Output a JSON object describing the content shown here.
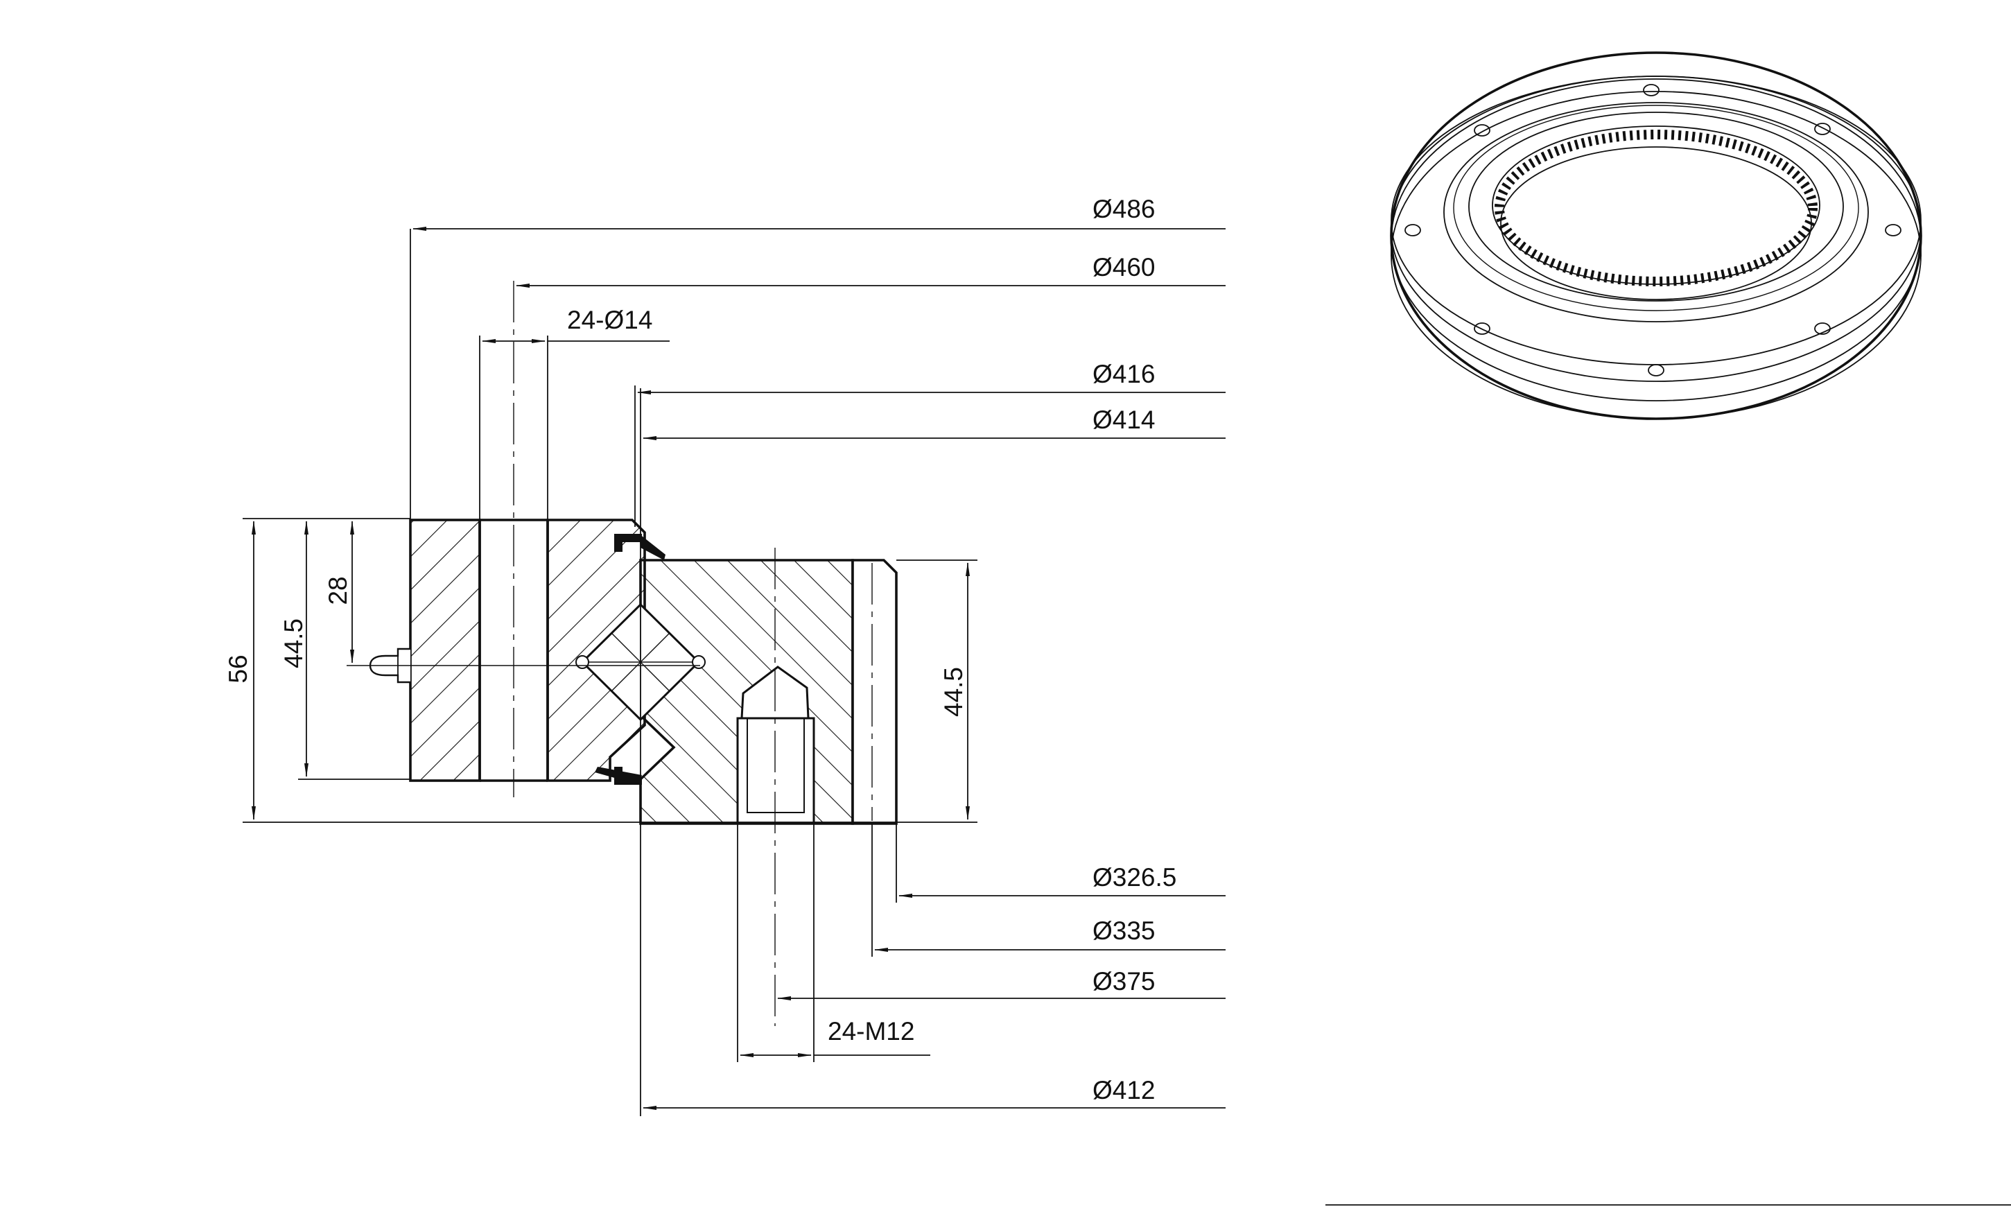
{
  "drawing": {
    "diameters": {
      "d486": "Ø486",
      "d460": "Ø460",
      "d416": "Ø416",
      "d414": "Ø414",
      "d326_5": "Ø326.5",
      "d335": "Ø335",
      "d375": "Ø375",
      "d412": "Ø412"
    },
    "holes": {
      "mount_holes": "24-Ø14",
      "thread_holes": "24-M12"
    },
    "heights": {
      "total": "56",
      "outer_ring": "44.5",
      "lube_level": "28",
      "inner_ring": "44.5"
    }
  },
  "isometric_view": {
    "description_hidden": ""
  },
  "colors": {
    "line": "#111111",
    "background": "#ffffff"
  }
}
